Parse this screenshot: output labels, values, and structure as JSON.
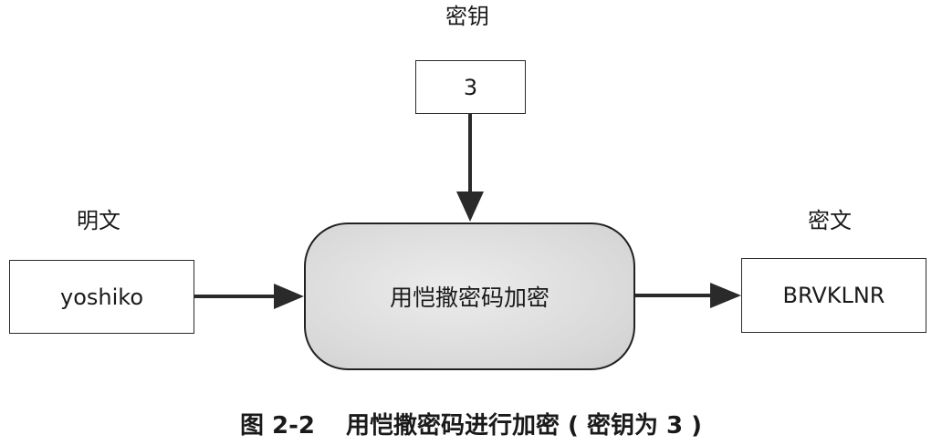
{
  "key": {
    "heading": "密钥",
    "value": "3"
  },
  "plaintext": {
    "heading": "明文",
    "value": "yoshiko"
  },
  "process": {
    "label": "用恺撒密码加密"
  },
  "ciphertext": {
    "heading": "密文",
    "value": "BRVKLNR"
  },
  "caption": {
    "number": "图 2-2",
    "text": "用恺撒密码进行加密 ( 密钥为 3 )"
  },
  "colors": {
    "stroke": "#2a2a2a",
    "process_fill": "#d9d9d9"
  }
}
